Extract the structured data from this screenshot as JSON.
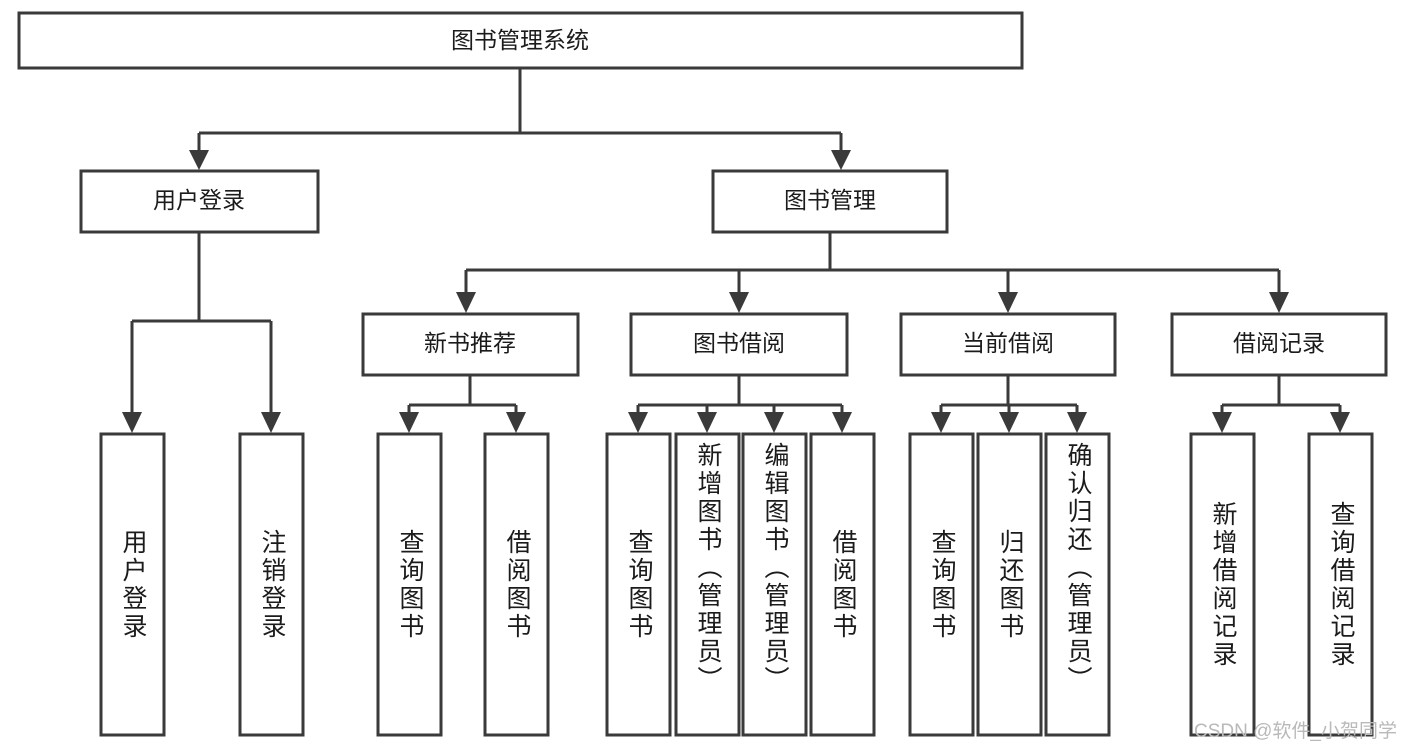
{
  "diagram": {
    "title": "图书管理系统",
    "type": "hierarchy-tree",
    "root": {
      "id": "root",
      "label": "图书管理系统"
    },
    "level2": [
      {
        "id": "user-login",
        "label": "用户登录"
      },
      {
        "id": "book-manage",
        "label": "图书管理"
      }
    ],
    "level3": [
      {
        "id": "new-book-recommend",
        "label": "新书推荐",
        "parent": "book-manage"
      },
      {
        "id": "book-borrow",
        "label": "图书借阅",
        "parent": "book-manage"
      },
      {
        "id": "current-borrow",
        "label": "当前借阅",
        "parent": "book-manage"
      },
      {
        "id": "borrow-record",
        "label": "借阅记录",
        "parent": "book-manage"
      }
    ],
    "leaves": {
      "user-login": [
        {
          "id": "leaf-user-login",
          "label": "用户登录"
        },
        {
          "id": "leaf-user-logout",
          "label": "注销登录"
        }
      ],
      "new-book-recommend": [
        {
          "id": "leaf-query-book-1",
          "label": "查询图书"
        },
        {
          "id": "leaf-borrow-book-1",
          "label": "借阅图书"
        }
      ],
      "book-borrow": [
        {
          "id": "leaf-query-book-2",
          "label": "查询图书"
        },
        {
          "id": "leaf-add-book",
          "label": "新增图书（管理员）"
        },
        {
          "id": "leaf-edit-book",
          "label": "编辑图书（管理员）"
        },
        {
          "id": "leaf-borrow-book-2",
          "label": "借阅图书"
        }
      ],
      "current-borrow": [
        {
          "id": "leaf-query-book-3",
          "label": "查询图书"
        },
        {
          "id": "leaf-return-book",
          "label": "归还图书"
        },
        {
          "id": "leaf-confirm-return",
          "label": "确认归还（管理员）"
        }
      ],
      "borrow-record": [
        {
          "id": "leaf-add-record",
          "label": "新增借阅记录"
        },
        {
          "id": "leaf-query-record",
          "label": "查询借阅记录"
        }
      ]
    },
    "colors": {
      "stroke": "#3a3a3a",
      "fill": "#ffffff",
      "text": "#1b1b1b",
      "watermark": "#b9b9b9"
    }
  },
  "watermark": {
    "text": "CSDN @软件_小贺同学"
  }
}
